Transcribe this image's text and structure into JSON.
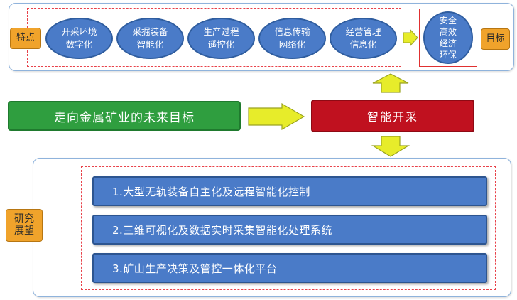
{
  "top": {
    "feature_label": "特点",
    "features": [
      "开采环境\n数字化",
      "采掘装备\n智能化",
      "生产过程\n遥控化",
      "信息传输\n网络化",
      "经营管理\n信息化"
    ],
    "goal_text": "安全\n高效\n经济\n环保",
    "goal_label": "目标"
  },
  "middle": {
    "left_text": "走向金属矿业的未来目标",
    "center_text": "智能开采"
  },
  "bottom": {
    "label": "研究\n展望",
    "items": [
      "1.大型无轨装备自主化及远程智能化控制",
      "2.三维可视化及数据实时采集智能化处理系统",
      "3.矿山生产决策及管控一体化平台"
    ]
  },
  "colors": {
    "ellipse_blue": "#4a7bc8",
    "orange_tag": "#f0a32b",
    "green_box": "#2f9e3f",
    "red_box": "#c0111f",
    "arrow_yellow": "#e7ec2a",
    "dashed_red": "#e8424a"
  }
}
